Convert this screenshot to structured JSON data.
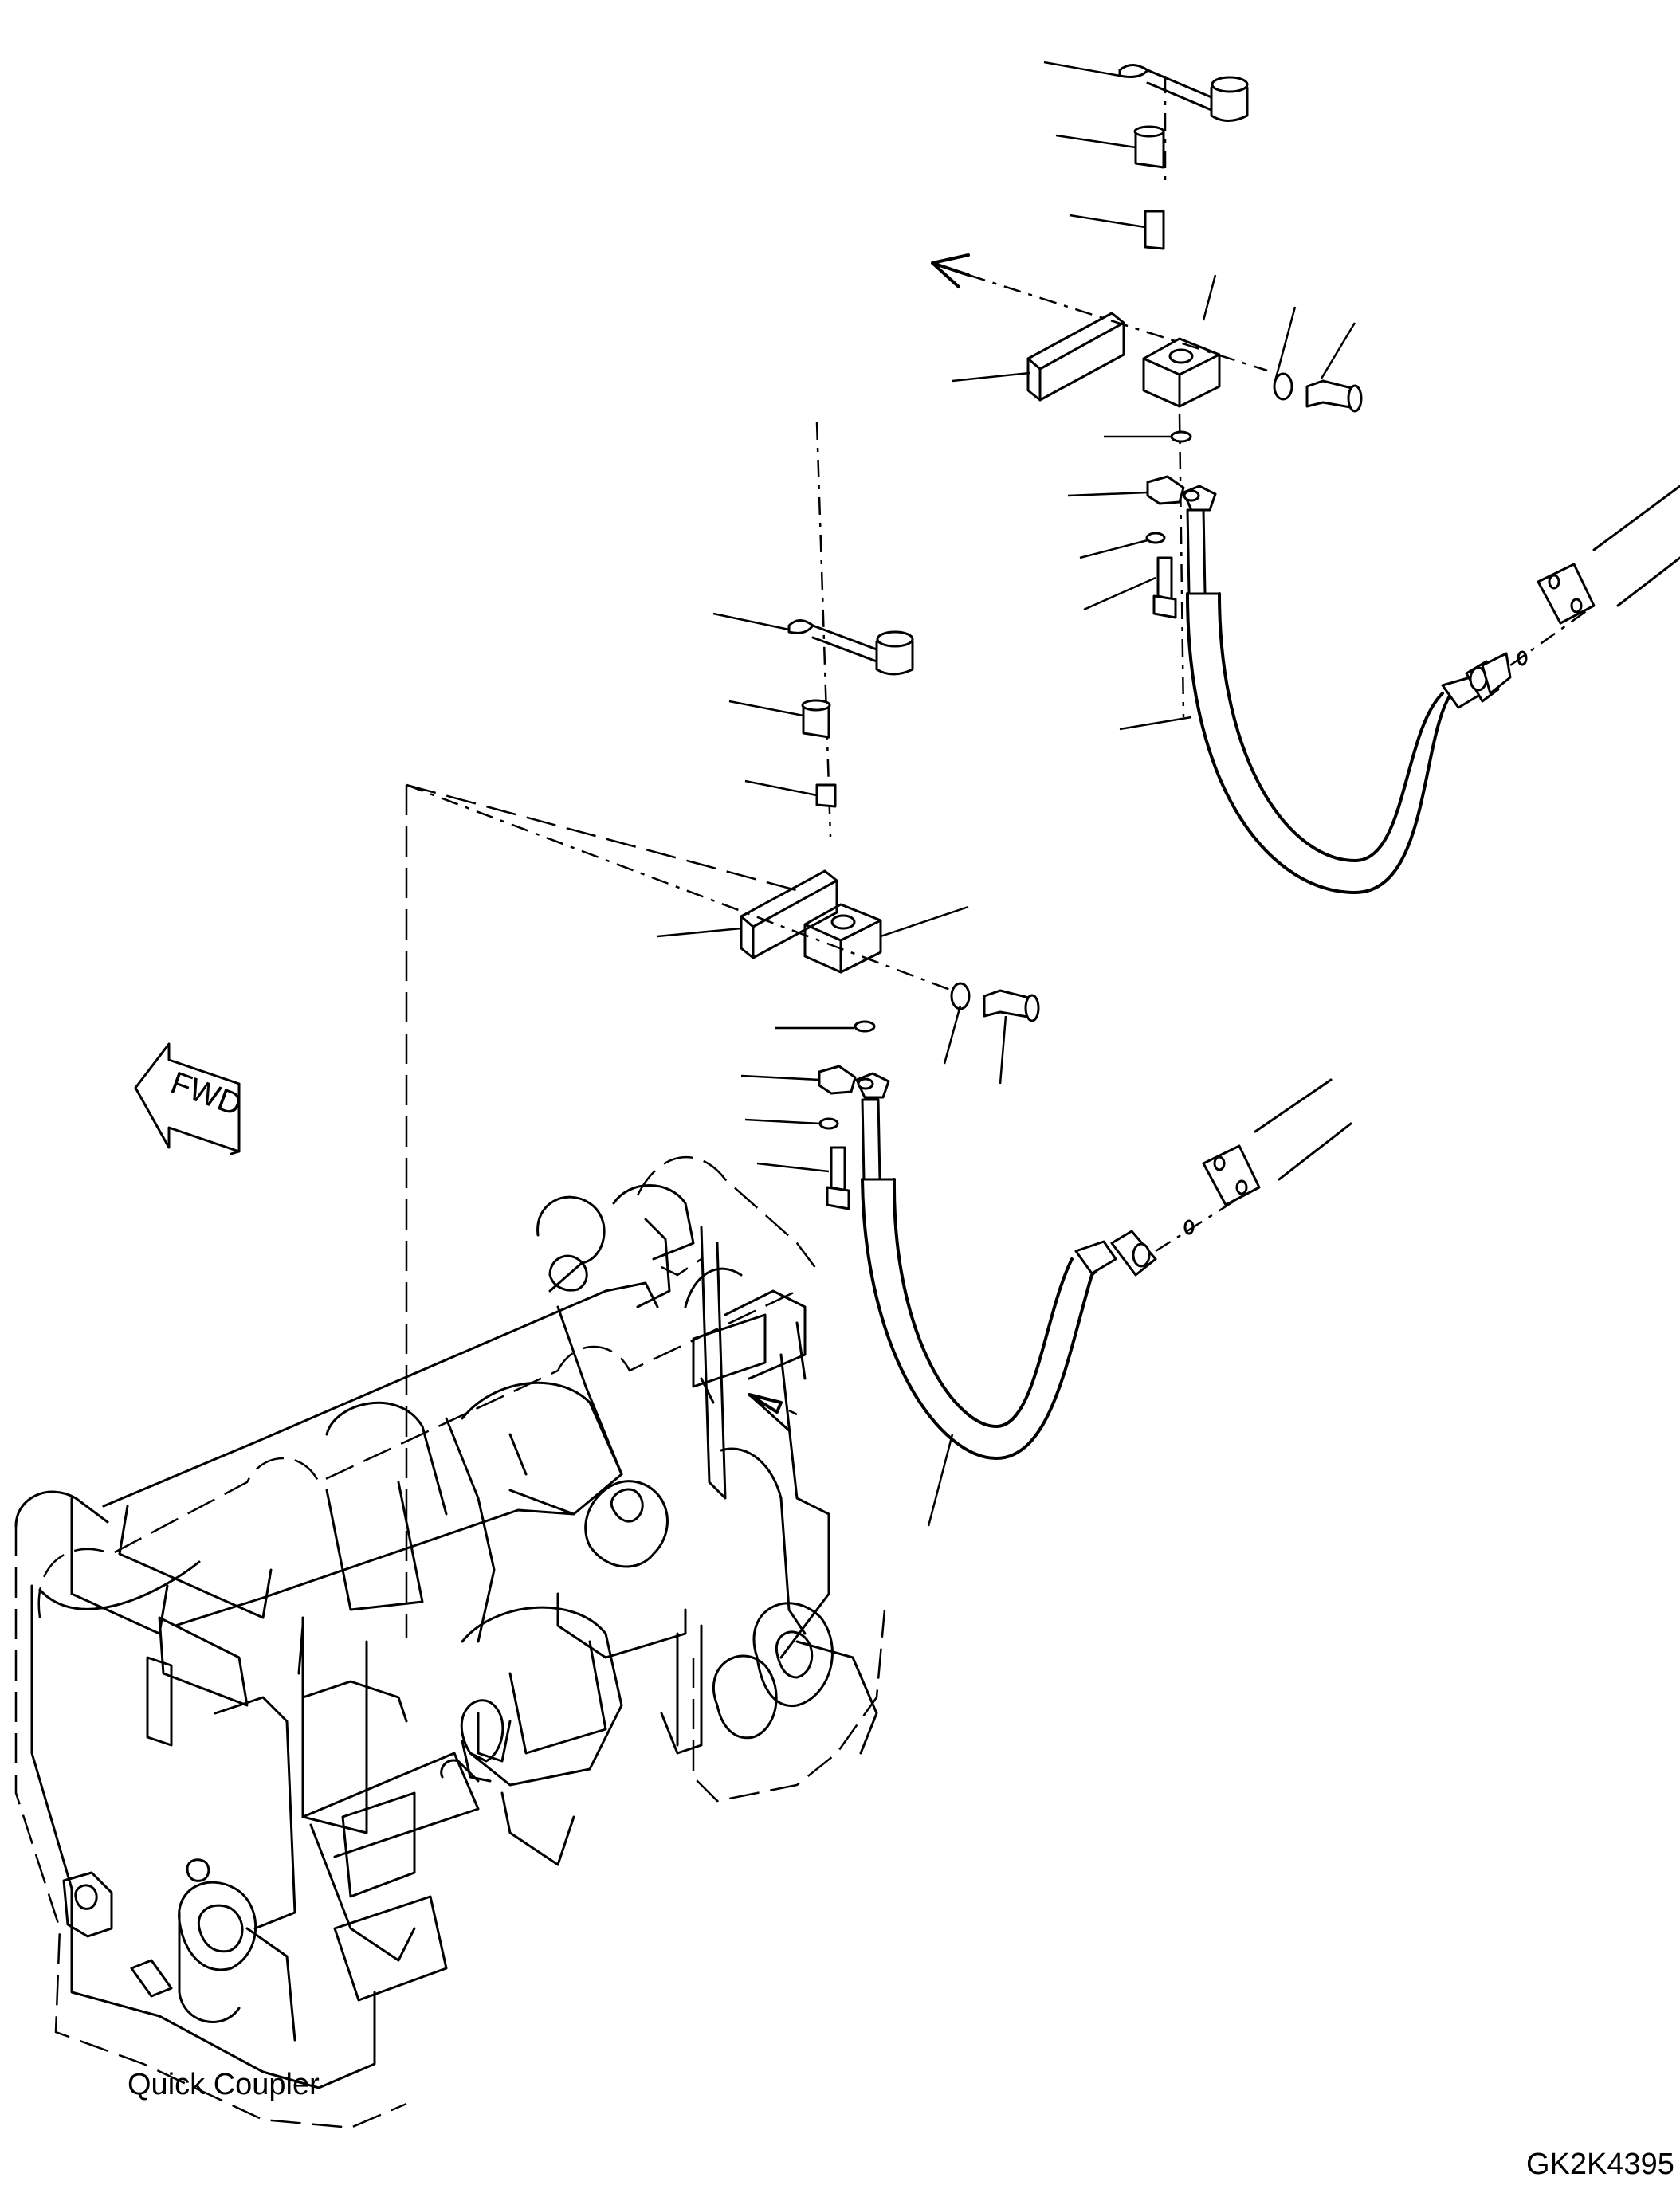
{
  "caption": "Quick Coupler",
  "drawing_code": "GK2K4395",
  "fwd_label": "FWD",
  "icons": [
    "fwd-arrow-icon"
  ]
}
